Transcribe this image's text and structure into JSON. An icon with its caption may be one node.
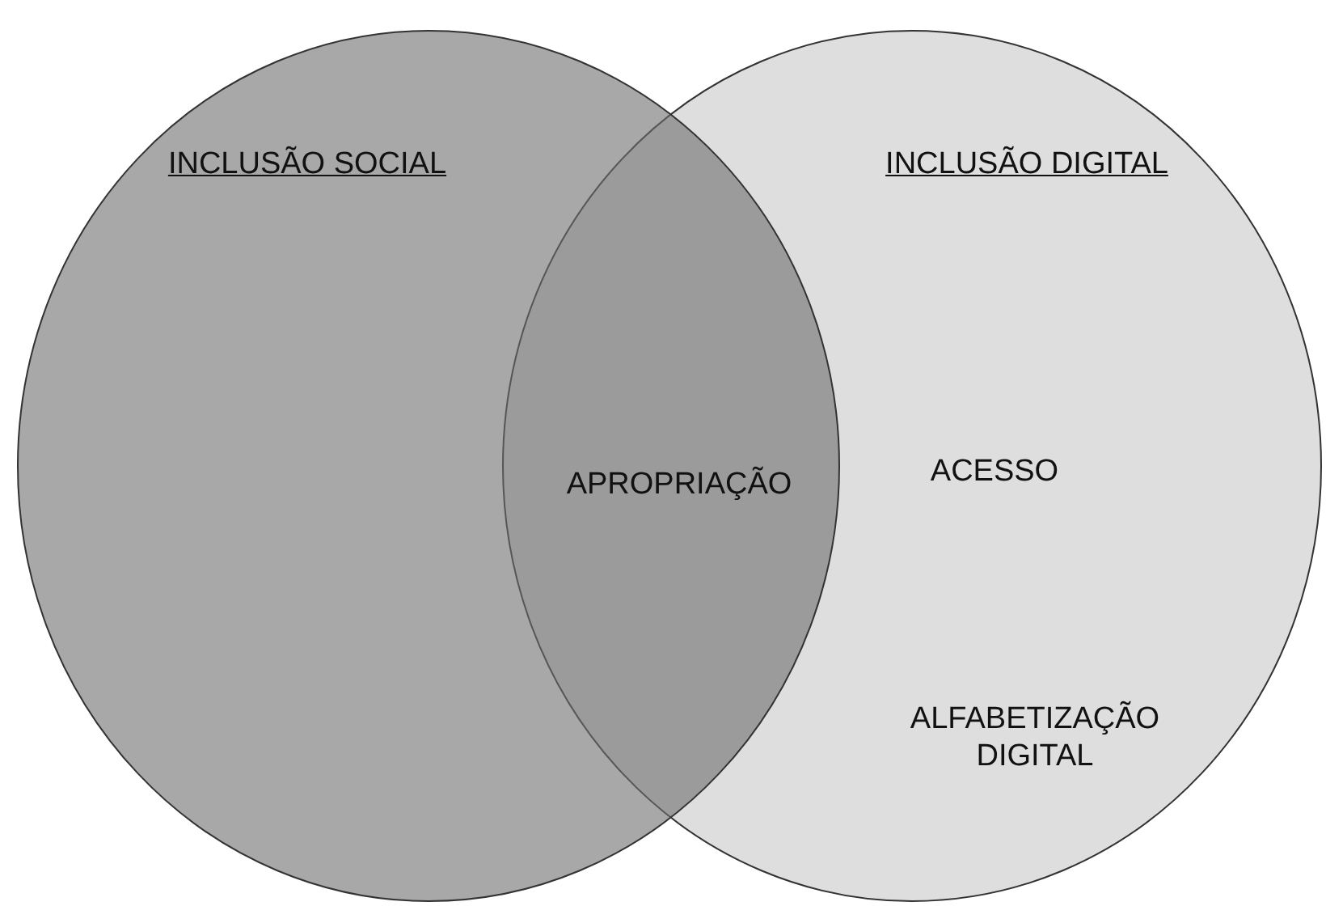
{
  "diagram": {
    "nodes": [
      {
        "text": [
          "INCLUSÃO SOCIAL"
        ]
      },
      {
        "text": [
          "INCLUSÃO DIGITAL",
          "ACESSO",
          "ALFABETIZAÇÃO DIGITAL"
        ]
      }
    ],
    "edges": [],
    "labels": [
      "APROPRIAÇÃO"
    ]
  }
}
